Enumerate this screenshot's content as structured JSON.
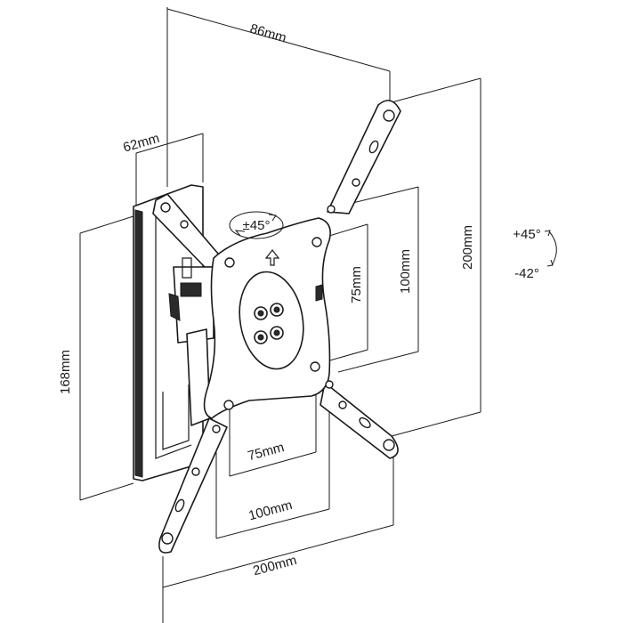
{
  "dimensions": {
    "top_width": "86mm",
    "depth": "62mm",
    "height": "168mm",
    "rotation": "±45°",
    "tilt_up": "+45°",
    "tilt_down": "-42°",
    "vesa_v_small": "75mm",
    "vesa_v_mid": "100mm",
    "vesa_v_large": "200mm",
    "vesa_h_small": "75mm",
    "vesa_h_mid": "100mm",
    "vesa_h_large": "200mm"
  }
}
